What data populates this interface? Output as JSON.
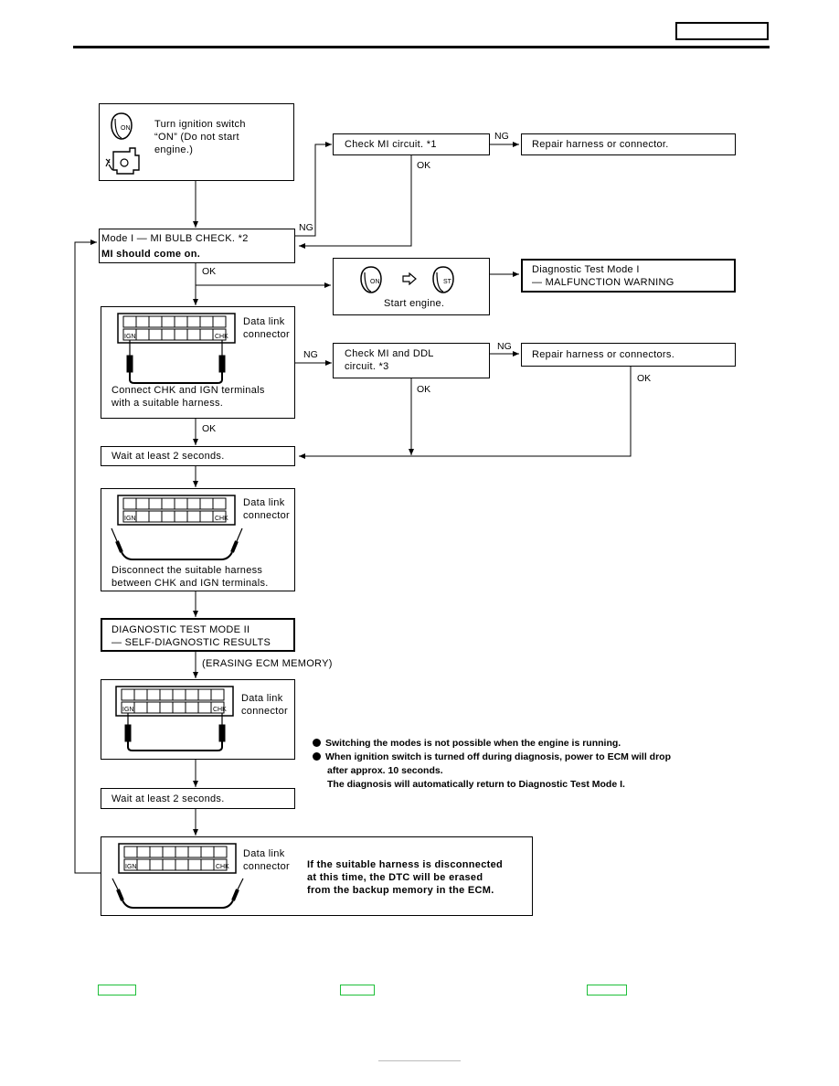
{
  "header": {
    "page_code": ""
  },
  "flow": {
    "start": "Turn ignition switch\n“ON” (Do not start\nengine.)",
    "check_mi": "Check MI circuit. *1",
    "repair1": "Repair harness or connector.",
    "mode1_line1": "Mode I — MI BULB CHECK. *2",
    "mode1_line2": "MI should come on.",
    "start_engine": "Start engine.",
    "dtm1": "Diagnostic Test Mode I\n— MALFUNCTION WARNING",
    "connect_text": "Connect CHK and IGN terminals\nwith a suitable harness.",
    "check_mi_ddl": "Check MI and DDL\ncircuit. *3",
    "repair2": "Repair harness or connectors.",
    "wait1": "Wait at least 2 seconds.",
    "disconnect_text": "Disconnect the suitable harness\nbetween CHK and IGN terminals.",
    "dtm2": "DIAGNOSTIC TEST MODE II\n— SELF-DIAGNOSTIC RESULTS",
    "erasing": "(ERASING ECM MEMORY)",
    "wait2": "Wait at least 2 seconds.",
    "final_note": "If the suitable harness is disconnected\nat this time, the DTC will be erased\nfrom the backup memory in the ECM."
  },
  "connector": {
    "caption": "Data link\nconnector",
    "ign": "IGN",
    "chk": "CHK"
  },
  "icons": {
    "on": "ON",
    "st": "ST"
  },
  "labels": {
    "ng": "NG",
    "ok": "OK"
  },
  "notes": {
    "n1": "Switching the modes is not possible when the engine is running.",
    "n2a": "When ignition switch is turned off during diagnosis, power to ECM will drop",
    "n2b": "after approx. 10 seconds.",
    "n2c": "The diagnosis will automatically return to Diagnostic Test Mode I."
  }
}
